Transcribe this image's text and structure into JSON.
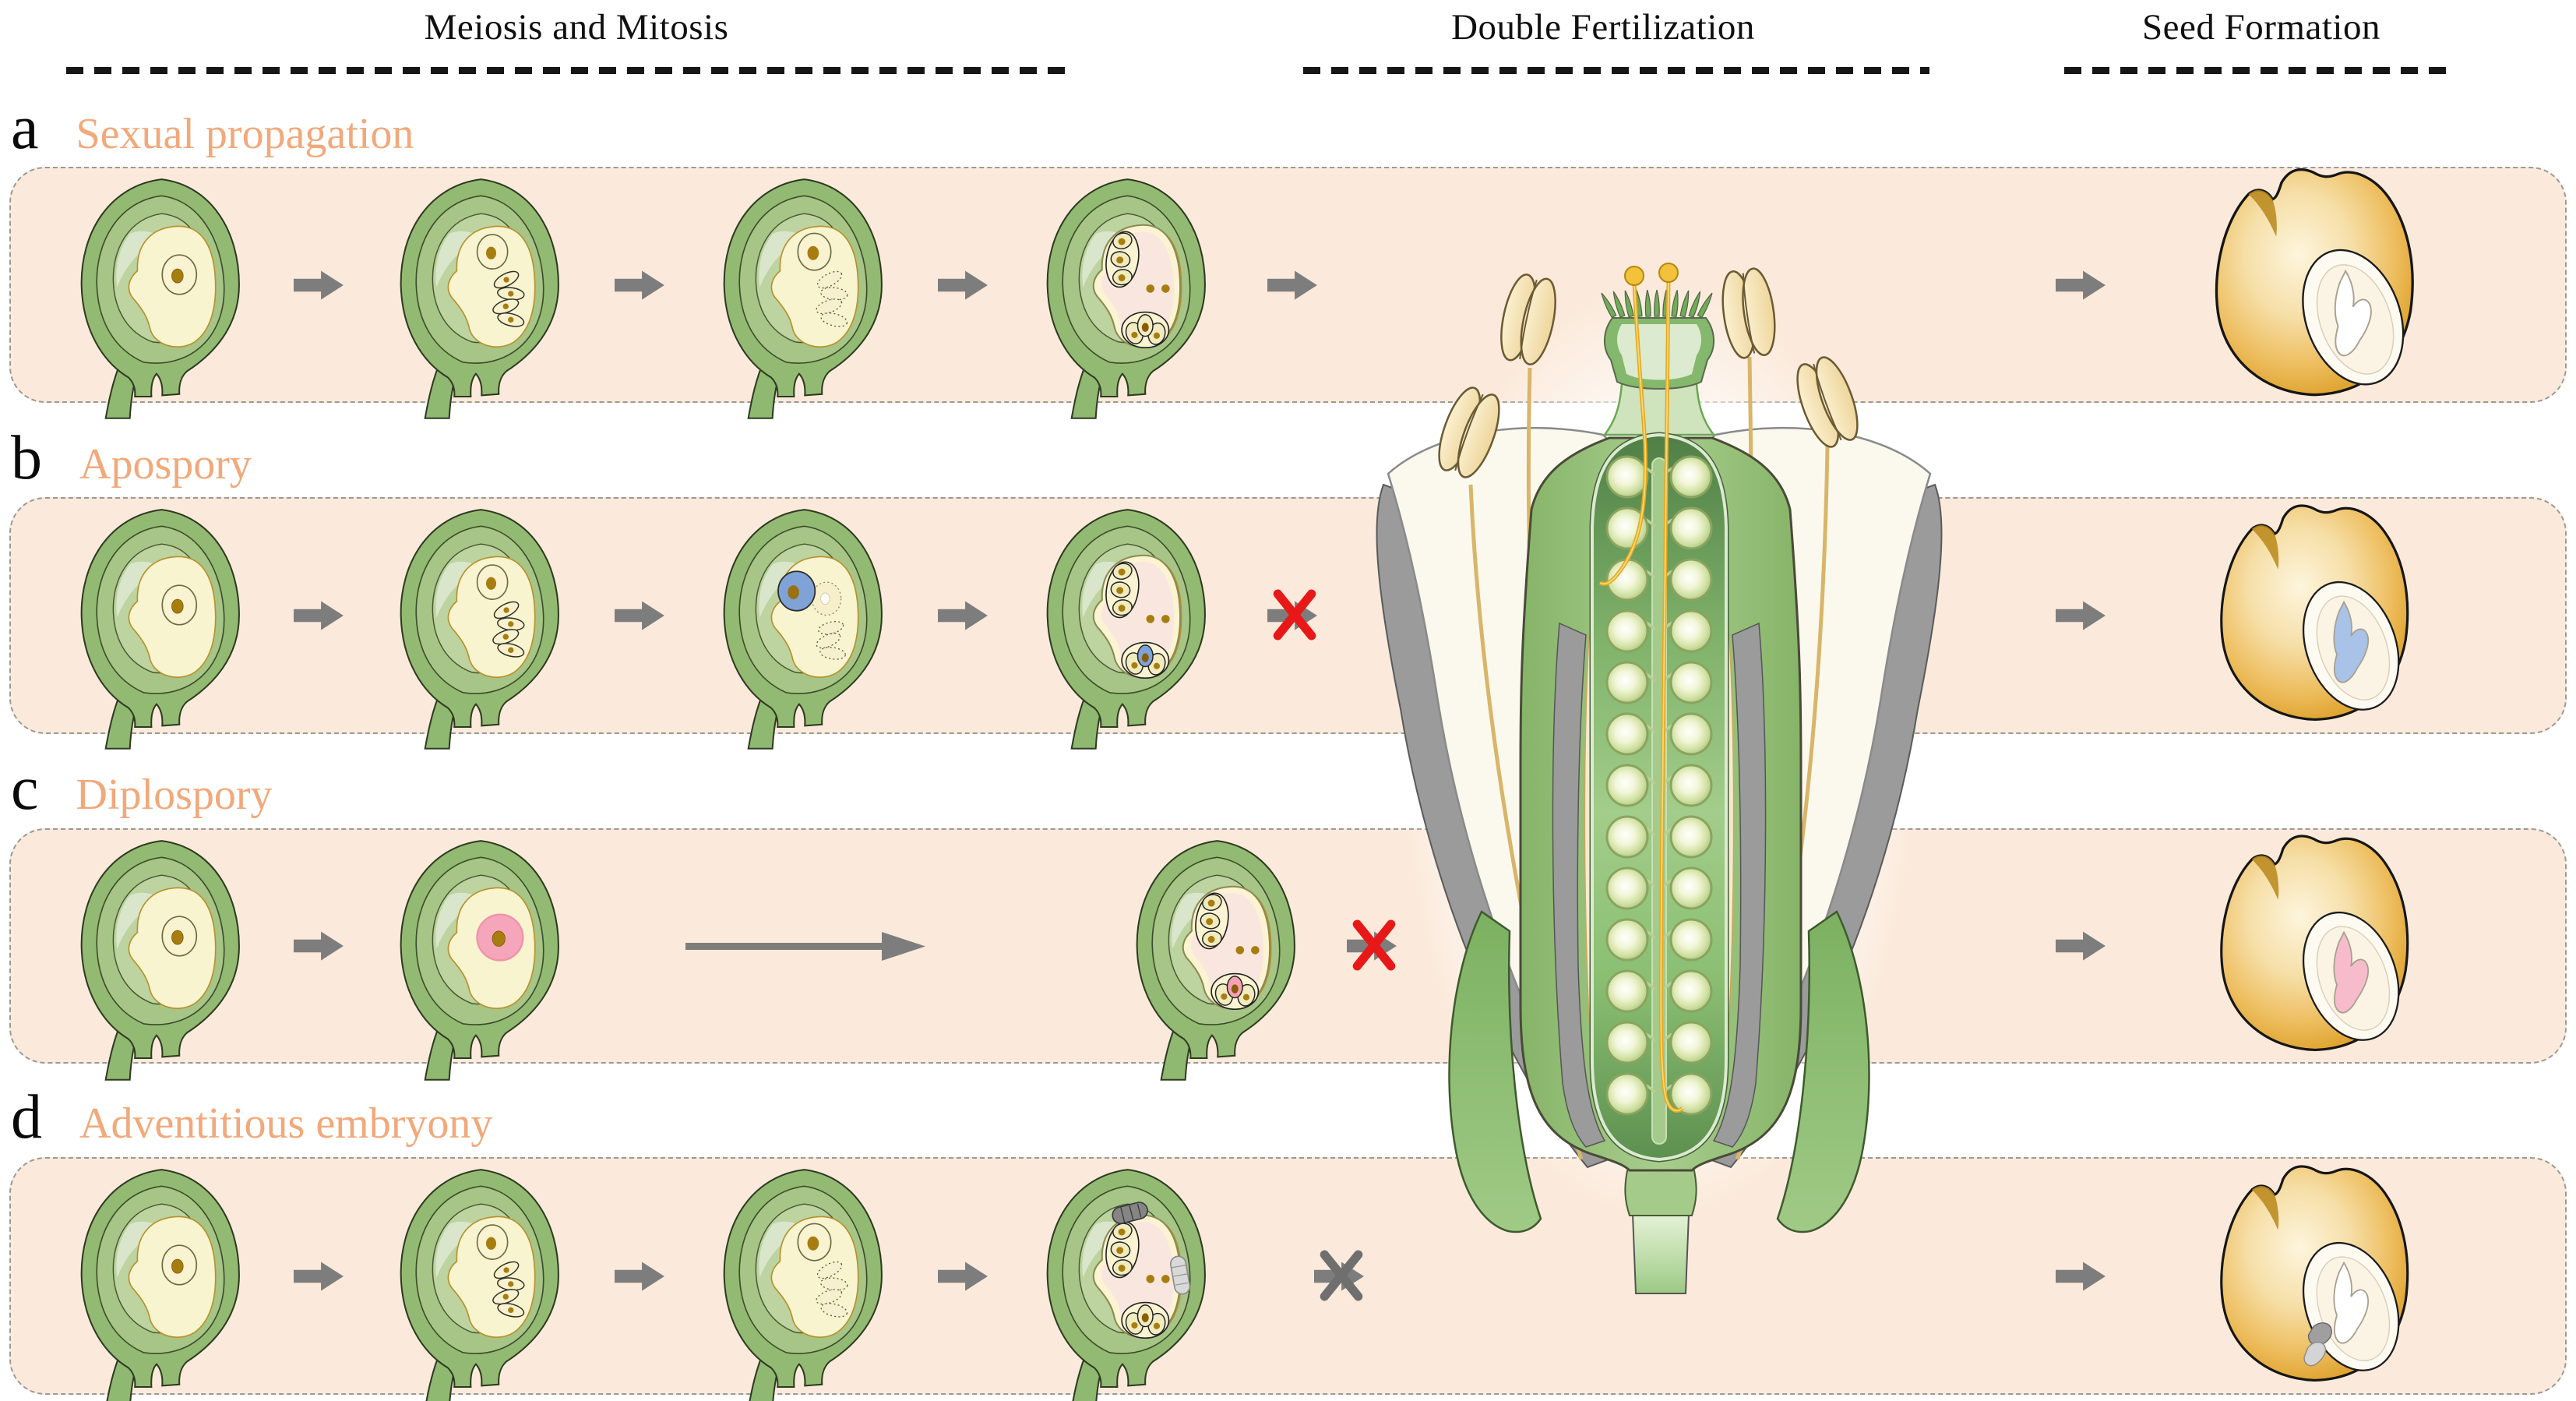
{
  "columns": [
    {
      "label": "Meiosis and Mitosis"
    },
    {
      "label": "Double Fertilization"
    },
    {
      "label": "Seed Formation"
    }
  ],
  "rows": [
    {
      "letter": "a",
      "title": "Sexual propagation",
      "stages": [
        "ovule-mmc",
        "ovule-tetrad",
        "ovule-selected",
        "ovule-mature"
      ],
      "long_arrow": false,
      "fertilization": {
        "blocked": false,
        "cross_color": null
      },
      "seed_symbol": "seed",
      "colors": {
        "egg": "#f2ecc2",
        "embryo": "#ffffff"
      }
    },
    {
      "letter": "b",
      "title": "Apospory",
      "stages": [
        "ovule-mmc",
        "ovule-tetrad",
        "ovule-apospory-initial",
        "ovule-mature"
      ],
      "long_arrow": false,
      "fertilization": {
        "blocked": true,
        "cross_color": "#e81818"
      },
      "seed_symbol": "seed",
      "colors": {
        "egg": "#7ea3d8",
        "embryo": "#a9c2e8"
      }
    },
    {
      "letter": "c",
      "title": "Diplospory",
      "stages": [
        "ovule-mmc",
        "ovule-diplospory",
        null,
        "ovule-mature"
      ],
      "long_arrow": true,
      "fertilization": {
        "blocked": true,
        "cross_color": "#e81818"
      },
      "seed_symbol": "seed",
      "colors": {
        "egg": "#f5a2b5",
        "embryo": "#f7bccb"
      }
    },
    {
      "letter": "d",
      "title": "Adventitious embryony",
      "stages": [
        "ovule-mmc",
        "ovule-tetrad",
        "ovule-selected",
        "ovule-mature-adventitious"
      ],
      "long_arrow": false,
      "fertilization": {
        "blocked": true,
        "cross_color": "#6f6f6f"
      },
      "seed_symbol": "seed-adventitious",
      "colors": {
        "egg": "#f2ecc2",
        "embryo": "#ffffff"
      }
    }
  ],
  "colors": {
    "band_background": "#fbeadb",
    "band_border": "#999a96",
    "row_title": "#f1a97b",
    "arrow": "#7d7d7d",
    "cross_red": "#e81818",
    "cross_gray": "#6f6f6f",
    "header_text": "#101010",
    "pollen_tube": "#e8a81f",
    "seed_coat": "#dfa32e"
  }
}
